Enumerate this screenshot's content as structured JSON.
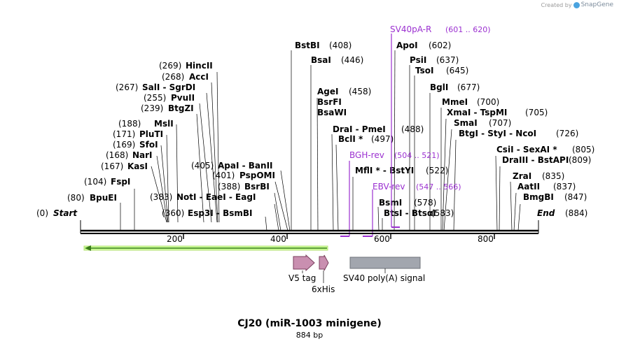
{
  "credit": {
    "created_by": "Created by",
    "brand": "SnapGene",
    "logo_icon": "snapgene-logo-icon"
  },
  "map": {
    "title": "CJ20 (miR-1003 minigene)",
    "subtitle": "884 bp",
    "length": 884,
    "ruler_ticks": [
      "200",
      "400",
      "600",
      "800"
    ],
    "start_label": "Start",
    "start_pos": "(0)",
    "end_label": "End",
    "end_pos": "(884)"
  },
  "sites": [
    {
      "name": "BpuEI",
      "pos": "(80)",
      "bp": 80
    },
    {
      "name": "FspI",
      "pos": "(104)",
      "bp": 104
    },
    {
      "name": "KasI",
      "pos": "(167)",
      "bp": 167
    },
    {
      "name": "NarI",
      "pos": "(168)",
      "bp": 168
    },
    {
      "name": "SfoI",
      "pos": "(169)",
      "bp": 169
    },
    {
      "name": "PluTI",
      "pos": "(171)",
      "bp": 171
    },
    {
      "name": "MslI",
      "pos": "(188)",
      "bp": 188
    },
    {
      "name": "BtgZI",
      "pos": "(239)",
      "bp": 239
    },
    {
      "name": "PvuII",
      "pos": "(255)",
      "bp": 255
    },
    {
      "name": "SalI - SgrDI",
      "pos": "(267)",
      "bp": 267
    },
    {
      "name": "AccI",
      "pos": "(268)",
      "bp": 268
    },
    {
      "name": "HincII",
      "pos": "(269)",
      "bp": 269
    },
    {
      "name": "Esp3I - BsmBI",
      "pos": "(360)",
      "bp": 360
    },
    {
      "name": "NotI - EaeI - EagI",
      "pos": "(383)",
      "bp": 383
    },
    {
      "name": "BsrBI",
      "pos": "(388)",
      "bp": 388
    },
    {
      "name": "PspOMI",
      "pos": "(401)",
      "bp": 401
    },
    {
      "name": "ApaI - BanII",
      "pos": "(405)",
      "bp": 405
    },
    {
      "name": "BstBI",
      "pos": "(408)",
      "bp": 408
    },
    {
      "name": "BsaI",
      "pos": "(446)",
      "bp": 446
    },
    {
      "name": "AgeI",
      "pos": "(458)",
      "bp": 458
    },
    {
      "name": "BsrFI",
      "pos": "",
      "bp": 458
    },
    {
      "name": "BsaWI",
      "pos": "",
      "bp": 458
    },
    {
      "name": "DraI - PmeI",
      "pos": "(488)",
      "bp": 488
    },
    {
      "name": "BclI *",
      "pos": "(497)",
      "bp": 497
    },
    {
      "name": "MflI * - BstYI",
      "pos": "(522)",
      "bp": 522
    },
    {
      "name": "BsmI",
      "pos": "(578)",
      "bp": 578
    },
    {
      "name": "BtsI - BtsαI",
      "pos": "(583)",
      "bp": 583
    },
    {
      "name": "ApoI",
      "pos": "(602)",
      "bp": 602
    },
    {
      "name": "PsiI",
      "pos": "(637)",
      "bp": 637
    },
    {
      "name": "TsoI",
      "pos": "(645)",
      "bp": 645
    },
    {
      "name": "BglI",
      "pos": "(677)",
      "bp": 677
    },
    {
      "name": "MmeI",
      "pos": "(700)",
      "bp": 700
    },
    {
      "name": "XmaI - TspMI",
      "pos": "(705)",
      "bp": 705
    },
    {
      "name": "SmaI",
      "pos": "(707)",
      "bp": 707
    },
    {
      "name": "BtgI - StyI - NcoI",
      "pos": "(726)",
      "bp": 726
    },
    {
      "name": "CsiI - SexAI *",
      "pos": "(805)",
      "bp": 805
    },
    {
      "name": "DraIII - BstAPI",
      "pos": "(809)",
      "bp": 809
    },
    {
      "name": "ZraI",
      "pos": "(835)",
      "bp": 835
    },
    {
      "name": "AatII",
      "pos": "(837)",
      "bp": 837
    },
    {
      "name": "BmgBI",
      "pos": "(847)",
      "bp": 847
    }
  ],
  "primers": [
    {
      "name": "SV40pA-R",
      "range": "(601 .. 620)"
    },
    {
      "name": "BGH-rev",
      "range": "(504 .. 521)"
    },
    {
      "name": "EBV-rev",
      "range": "(547 .. 566)"
    }
  ],
  "features": [
    {
      "name": "V5 tag",
      "type": "arrow",
      "color": "#c98fb0"
    },
    {
      "name": "6xHis",
      "type": "arrow",
      "color": "#c98fb0"
    },
    {
      "name": "SV40 poly(A) signal",
      "type": "box",
      "color": "#a2a6ae"
    }
  ],
  "colors": {
    "primer": "#9b30d0",
    "orf_fill": "#ccff99",
    "orf_line": "#3a7d1a",
    "backbone": "#000000"
  }
}
